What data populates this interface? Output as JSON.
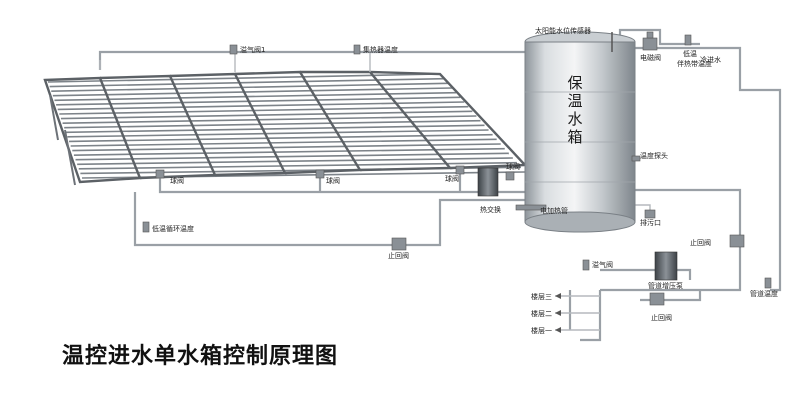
{
  "title": "温控进水单水箱控制原理图",
  "tank": {
    "label": "保温水箱"
  },
  "labels": {
    "vent_valve_1": "溢气阀1",
    "collector_temp": "集热器温度",
    "water_level_sensor": "太阳能水位传感器",
    "solenoid_valve": "电磁阀",
    "cold_water_inlet": "冷进水",
    "low_temp_companion": "低温伴热带温度",
    "temp_probe": "温度探头",
    "ball_valve_a": "球阀",
    "ball_valve_b": "球阀",
    "ball_valve_c": "球阀",
    "ball_valve_d": "球阀",
    "heat_exchanger": "热交换",
    "electric_heater": "电加热管",
    "drain_outlet": "排污口",
    "low_temp_circ": "低温循环温度",
    "check_valve_left": "止回阀",
    "check_valve_right": "止回阀",
    "check_valve_bottom": "止回阀",
    "vent_valve": "溢气阀",
    "booster_pump": "管道增压泵",
    "pipe_temp": "管道温度",
    "floor_3": "楼层三",
    "floor_2": "楼层二",
    "floor_1": "楼层一"
  },
  "colors": {
    "pipe": "#9aa0a6",
    "tank": "#b9bec3",
    "panel": "#7d8389"
  }
}
